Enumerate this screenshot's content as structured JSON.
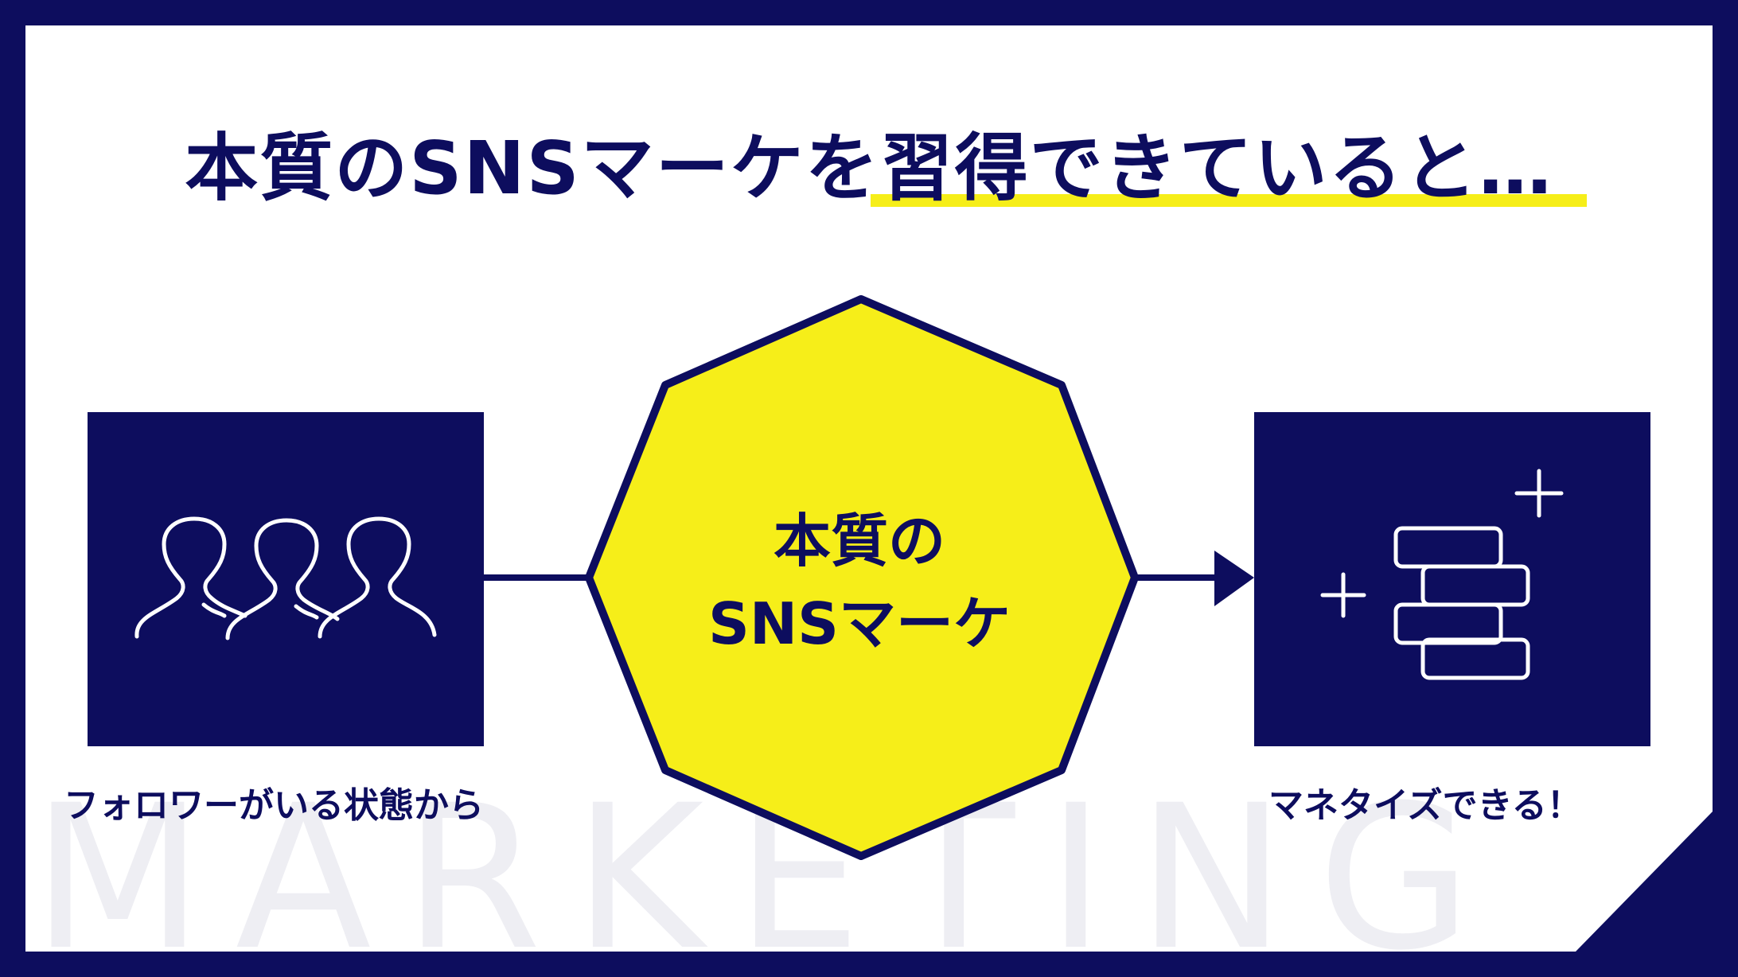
{
  "headline": "本質のSNSマーケを習得できていると…",
  "watermark": "MARKETING",
  "left_box": {
    "caption": "フォロワーがいる状態から",
    "icon": "users-icon"
  },
  "center": {
    "line1": "本質の",
    "line2": "SNSマーケ"
  },
  "right_box": {
    "caption": "マネタイズできる！",
    "icon": "coin-stack-plus-icon"
  },
  "colors": {
    "navy": "#0d0d5e",
    "yellow": "#f6ee19",
    "white": "#ffffff"
  }
}
